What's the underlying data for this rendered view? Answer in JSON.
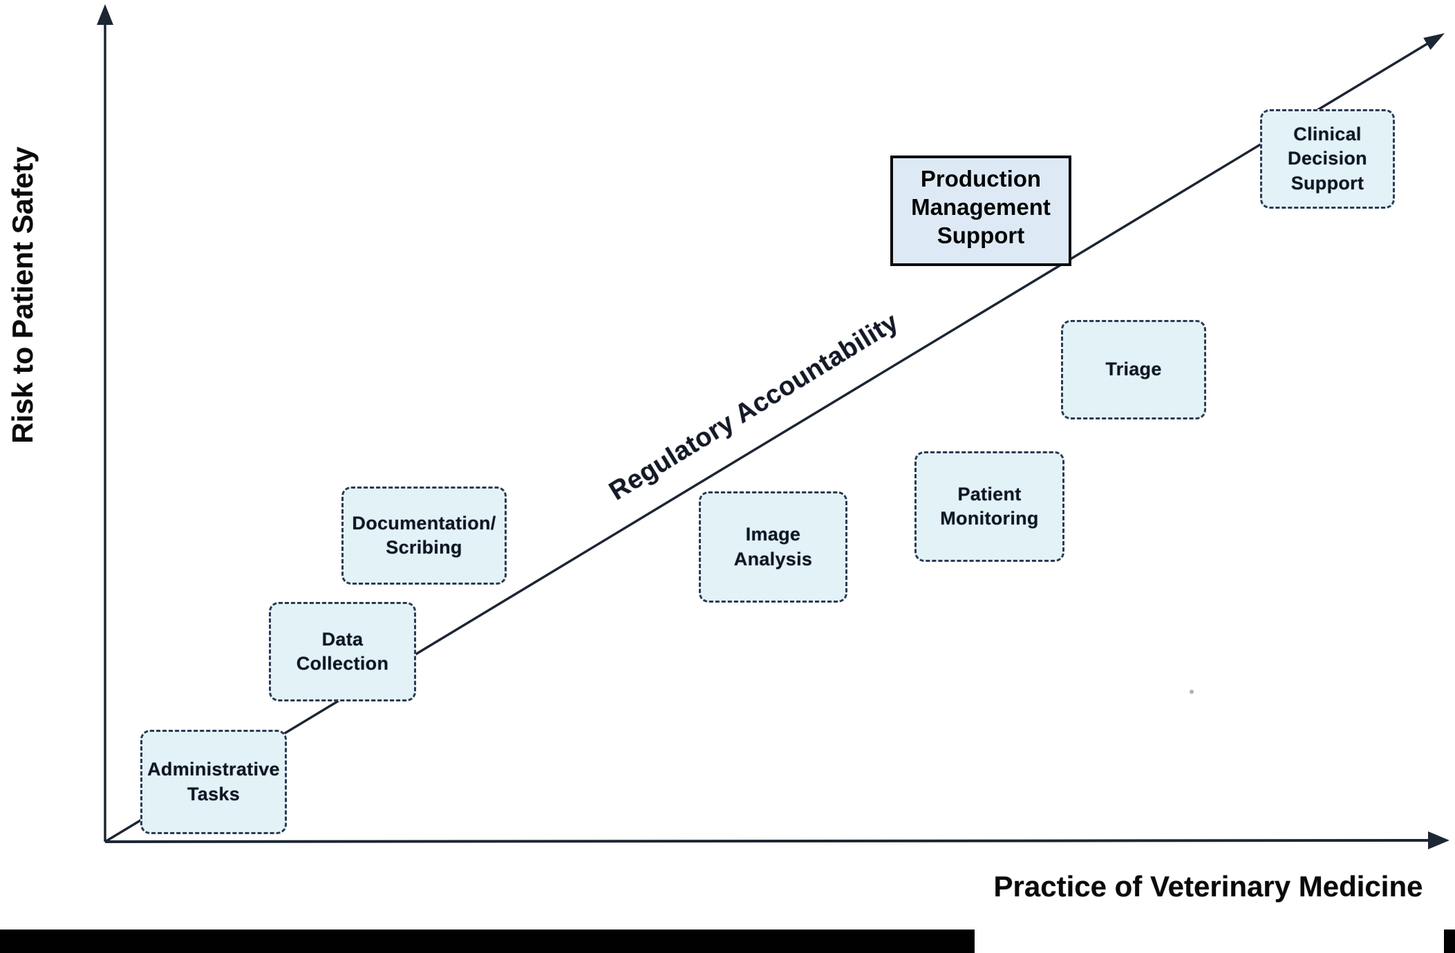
{
  "axes": {
    "y_label": "Risk to Patient Safety",
    "x_label": "Practice of Veterinary Medicine"
  },
  "line_label": "Regulatory Accountability",
  "nodes": {
    "administrative_tasks": {
      "label": [
        "Administrative",
        "Tasks"
      ]
    },
    "data_collection": {
      "label": [
        "Data",
        "Collection"
      ]
    },
    "documentation_scribing": {
      "label": [
        "Documentation/",
        "Scribing"
      ]
    },
    "image_analysis": {
      "label": [
        "Image",
        "Analysis"
      ]
    },
    "patient_monitoring": {
      "label": [
        "Patient",
        "Monitoring"
      ]
    },
    "triage": {
      "label": [
        "Triage"
      ]
    },
    "production_management_support": {
      "label": [
        "Production",
        "Management",
        "Support"
      ]
    },
    "clinical_decision_support": {
      "label": [
        "Clinical",
        "Decision",
        "Support"
      ]
    }
  },
  "colors": {
    "background": "#ffffff",
    "node-fill": "#e3f2f6",
    "node-border": "#2b3a52",
    "node-text": "#0e1524",
    "production-fill": "#dde9f5",
    "production-border": "#0a0a0a",
    "production-text": "#050505",
    "line-color": "#1d2633",
    "bar-color": "#010101"
  }
}
